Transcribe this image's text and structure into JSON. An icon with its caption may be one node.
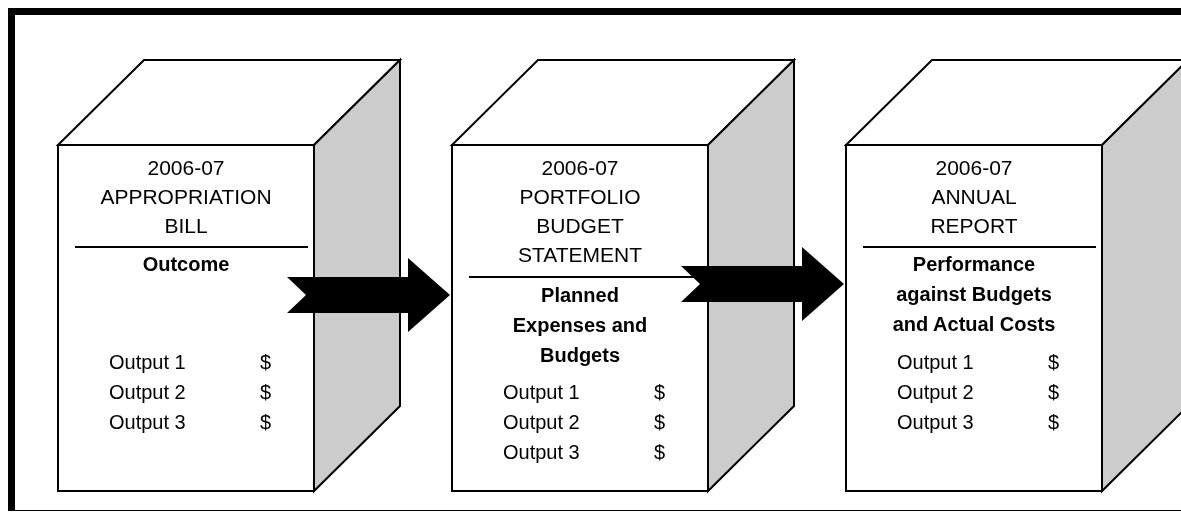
{
  "diagram": {
    "nodes": [
      {
        "text": [
          "2006-07 APPROPRIATION BILL",
          "Outcome",
          "Output 1",
          "$",
          "Output 2",
          "$",
          "Output 3",
          "$"
        ]
      },
      {
        "text": [
          "2006-07 PORTFOLIO BUDGET STATEMENT",
          "Planned Expenses and Budgets",
          "Output 1",
          "$",
          "Output 2",
          "$",
          "Output 3",
          "$"
        ]
      },
      {
        "text": [
          "2006-07 ANNUAL REPORT",
          "Performance against Budgets and Actual Costs",
          "Output 1",
          "$",
          "Output 2",
          "$",
          "Output 3",
          "$"
        ]
      }
    ],
    "edges": [
      {
        "from": 0,
        "to": 1,
        "arrow": "to"
      },
      {
        "from": 1,
        "to": 2,
        "arrow": "to"
      }
    ]
  }
}
